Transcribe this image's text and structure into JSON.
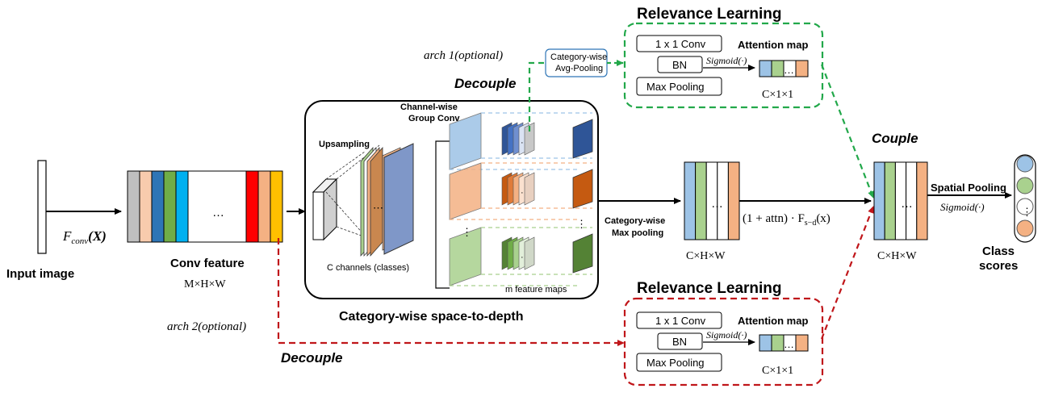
{
  "texts": {
    "relevance_top": "Relevance Learning",
    "relevance_bottom": "Relevance Learning",
    "conv_1x1_top": "1 x 1 Conv",
    "bn_top": "BN",
    "maxpool_top": "Max Pooling",
    "conv_1x1_bottom": "1 x 1 Conv",
    "bn_bottom": "BN",
    "maxpool_bottom": "Max Pooling",
    "attention_map_top": "Attention map",
    "attention_map_bottom": "Attention map",
    "sigmoid": "Sigmoid(·)",
    "c11_top": "C×1×1",
    "c11_bottom": "C×1×1",
    "arch1": "arch 1(optional)",
    "arch2": "arch 2(optional)",
    "catavg_line1": "Category-wise",
    "catavg_line2": "Avg-Pooling",
    "decouple_top": "Decouple",
    "decouple_bottom": "Decouple",
    "couple": "Couple",
    "channel_wise_line1": "Channel-wise",
    "channel_wise_line2": "Group Conv",
    "upsampling": "Upsampling",
    "c_channels": "C channels (classes)",
    "m_feature_maps": "m feature maps",
    "s2d_title": "Category-wise space-to-depth",
    "input_image": "Input image",
    "fconv": "F",
    "fconv_sub": "conv",
    "fconv_arg": "(X)",
    "conv_feature": "Conv feature",
    "mhw": "M×H×W",
    "cat_maxpool_line1": "Category-wise",
    "cat_maxpool_line2": "Max pooling",
    "chw_mid": "C×H×W",
    "chw_right": "C×H×W",
    "formula": "(1 + attn) · F",
    "formula_sub": "s−d",
    "formula_arg": "(x)",
    "spatial_pooling": "Spatial Pooling",
    "spatial_sigmoid": "Sigmoid(·)",
    "class_line1": "Class",
    "class_line2": "scores",
    "dots": "…"
  },
  "colors": {
    "green_dash": "#22a84a",
    "red_dash": "#c0161a",
    "blue": "#9dc3e6",
    "green": "#a9d18e",
    "orange": "#f4b183",
    "dark_blue": "#2f5597",
    "dark_orange": "#c55a11",
    "dark_green": "#548235",
    "gray": "#bfbfbf",
    "peach": "#f8cbad",
    "cyan": "#00b0f0",
    "teal_blue": "#2e75b6",
    "mid_green": "#70ad47",
    "red": "#ff0000",
    "yellow": "#ffc000"
  },
  "conv_feature_stripes": [
    "gray",
    "peach",
    "teal_blue",
    "mid_green",
    "cyan",
    "white",
    "red",
    "orange",
    "yellow"
  ],
  "attention_stripes": [
    "blue",
    "green",
    "white",
    "orange"
  ],
  "output_stripes": [
    "blue",
    "green",
    "white",
    "white",
    "orange"
  ],
  "class_score_circles": [
    "blue",
    "green",
    "white",
    "orange"
  ]
}
